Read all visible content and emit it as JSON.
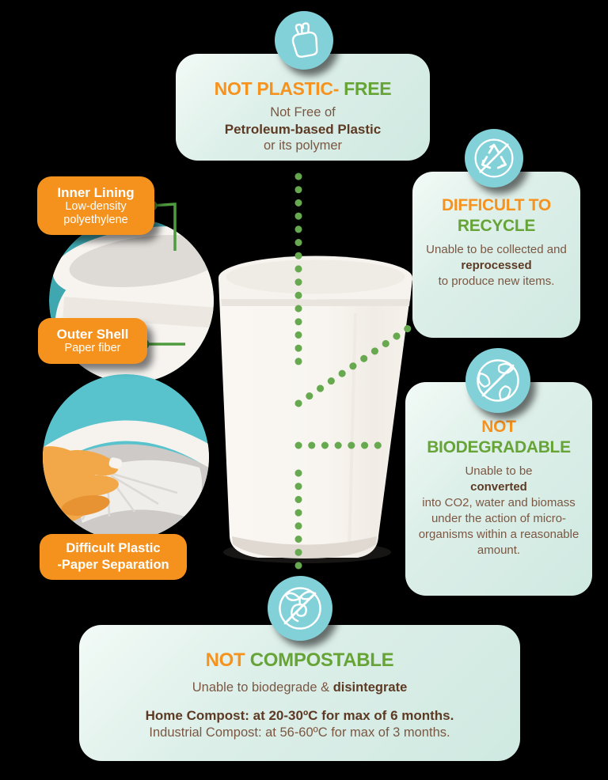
{
  "palette": {
    "orange": "#F6921E",
    "green": "#67A437",
    "body_brown": "#7B5742",
    "bold_brown": "#5D3A23",
    "badge_teal": "#82D0D8",
    "circle1_teal": "#3FA7B0",
    "circle2_teal": "#58C3CC",
    "card_mint": "#D8EDE6",
    "pill_orange": "#F5921E",
    "dot_green": "#66A94F",
    "line_green": "#4F9B3F"
  },
  "cards": {
    "plastic_free": {
      "title_orange": "NOT PLASTIC-",
      "title_green": "FREE",
      "line1": "Not Free of",
      "line2_bold": "Petroleum-based Plastic",
      "line3": "or its polymer"
    },
    "difficult_recycle": {
      "title_orange": "DIFFICULT TO",
      "title_green": "RECYCLE",
      "body_pre": "Unable to be collected and",
      "body_bold": "reprocessed",
      "body_post": "to produce new items."
    },
    "not_biodegradable": {
      "title_orange": "NOT",
      "title_green": "BIODEGRADABLE",
      "body_pre": "Unable to be",
      "body_bold": "converted",
      "body_post": "into CO2, water and biomass under the action of micro-organisms within a reasonable amount."
    },
    "not_compostable": {
      "title_orange": "NOT",
      "title_green": "COMPOSTABLE",
      "line1_pre": "Unable to biodegrade &",
      "line1_bold": "disintegrate",
      "line2_bold": "Home Compost: at 20-30ºC for max of 6 months.",
      "line3": "Industrial Compost: at 56-60ºC for max of 3 months."
    }
  },
  "labels": {
    "inner_lining": {
      "title": "Inner Lining",
      "sub_line1": "Low-density",
      "sub_line2": "polyethylene"
    },
    "outer_shell": {
      "title": "Outer Shell",
      "sub": "Paper fiber"
    },
    "plastic_paper_separation": {
      "line1": "Difficult Plastic",
      "line2": "-Paper Separation"
    }
  }
}
